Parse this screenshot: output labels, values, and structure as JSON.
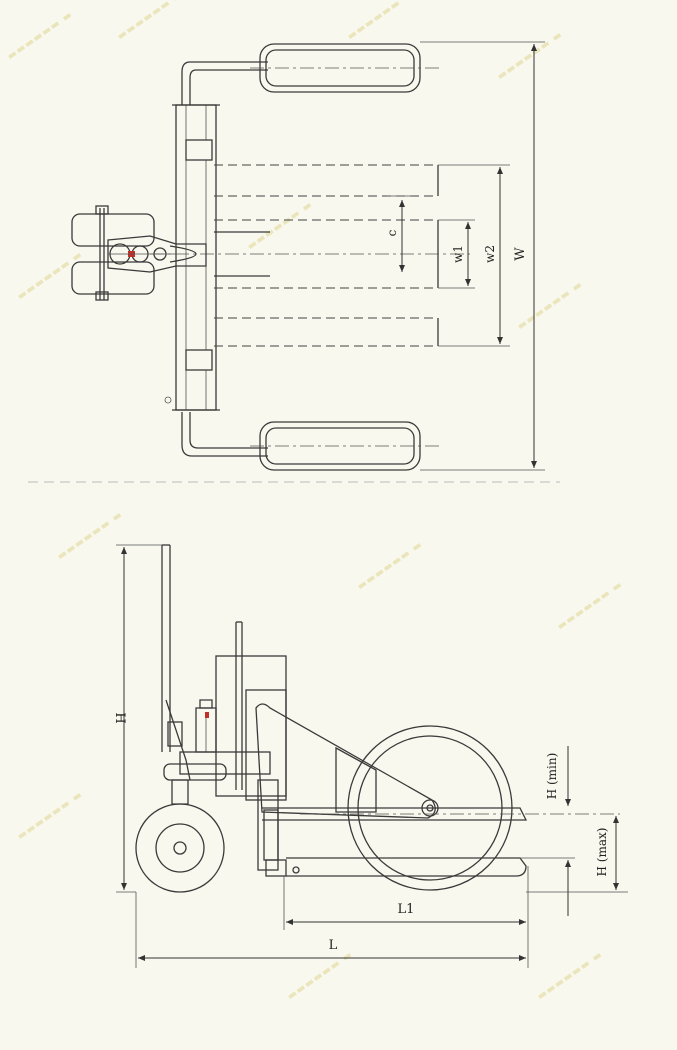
{
  "dimensions": {
    "top_view": {
      "c": "c",
      "w1": "w1",
      "w2": "w2",
      "W": "W"
    },
    "side_view": {
      "H": "H",
      "H_min": "H (min)",
      "H_max": "H (max)",
      "L1": "L1",
      "L": "L"
    }
  },
  "colors": {
    "line": "#3a3a3a",
    "background": "#f8f8ee",
    "accent": "#c0302a"
  }
}
